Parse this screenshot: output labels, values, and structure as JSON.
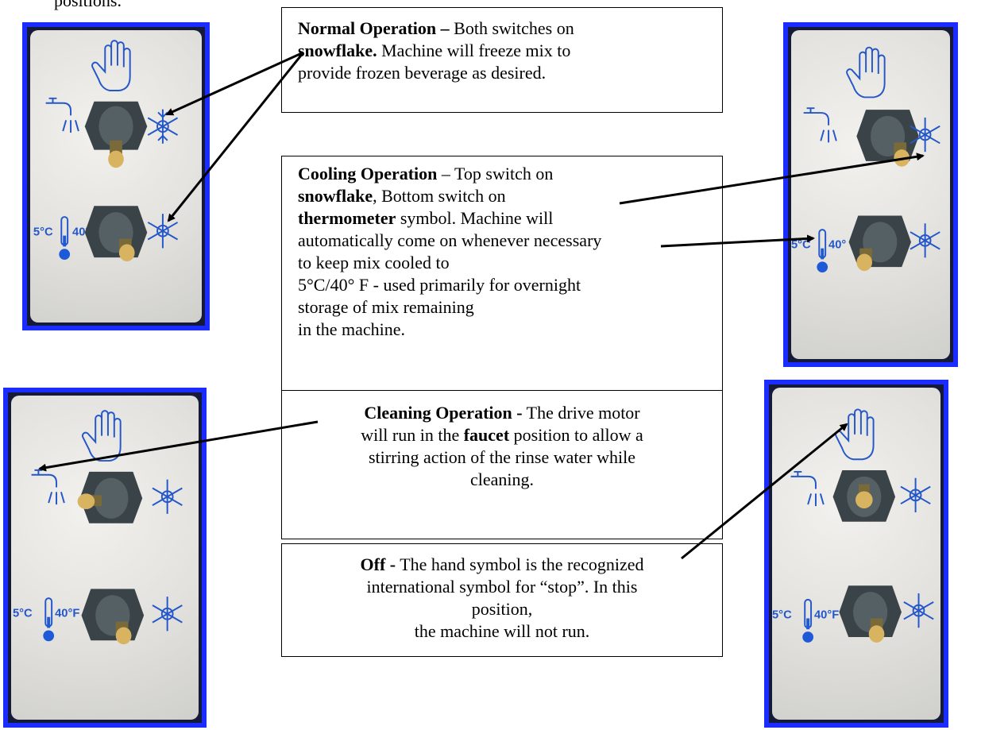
{
  "fragment": "positions.",
  "captions": {
    "normal": {
      "title": "Normal Operation –",
      "l1": " Both switches on",
      "b1": "snowflake.",
      "l2": " Machine will freeze mix to",
      "l3": "provide frozen beverage as desired."
    },
    "cooling": {
      "title": "Cooling Operation",
      "l1": " – Top switch on",
      "b1": "snowflake",
      "l2": ", Bottom switch on",
      "b2": "thermometer",
      "l3": " symbol. Machine will",
      "l4": "automatically come on whenever necessary",
      "l5": "to keep mix cooled to",
      "l6": "5°C/40° F - used primarily for overnight",
      "l7": "storage of mix remaining",
      "l8": "in the machine."
    },
    "cleaning": {
      "title": "Cleaning Operation -",
      "l1": " The drive motor",
      "l2": "will run in the ",
      "b1": "faucet",
      "l3": " position to allow a",
      "l4": "stirring action of the rinse water while",
      "l5": "cleaning."
    },
    "off": {
      "title": "Off -",
      "l1": " The hand symbol is the recognized",
      "l2": "international symbol for “stop”.  In this",
      "l3": "position,",
      "l4": "the machine will not run."
    }
  },
  "panel_labels": {
    "temp_c": "5°C",
    "temp_f": "40°F",
    "temp_f_short": "40°"
  },
  "icons": [
    "hand-icon",
    "faucet-icon",
    "snowflake-icon",
    "thermometer-icon",
    "toggle-switch"
  ]
}
